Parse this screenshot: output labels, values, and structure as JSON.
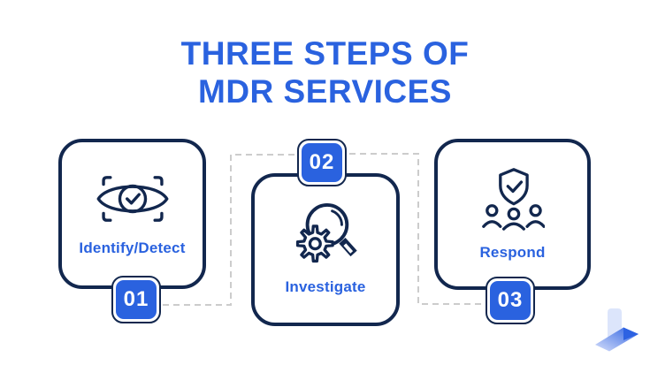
{
  "title": {
    "line1": "THREE STEPS OF",
    "line2": "MDR SERVICES"
  },
  "steps": [
    {
      "number": "01",
      "label": "Identify/Detect",
      "icon": "eye-scan-icon",
      "badge_position": "bottom"
    },
    {
      "number": "02",
      "label": "Investigate",
      "icon": "magnifying-glass-gear-icon",
      "badge_position": "top"
    },
    {
      "number": "03",
      "label": "Respond",
      "icon": "shield-team-icon",
      "badge_position": "bottom"
    }
  ],
  "colors": {
    "accent_blue": "#2A62DF",
    "navy_outline": "#12274E",
    "connector_gray": "#CCCCCC",
    "background": "#FFFFFF",
    "logo_light_blue": "#DCE5FB",
    "logo_royal_blue": "#2D62E2"
  }
}
